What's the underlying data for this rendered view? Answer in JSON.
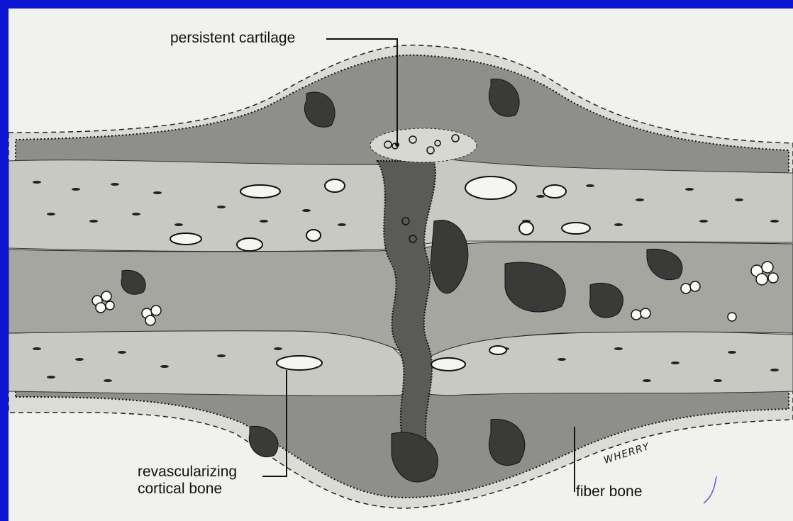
{
  "labels": {
    "persistent_cartilage": "persistent cartilage",
    "revascularizing_line1": "revascularizing",
    "revascularizing_line2": "cortical bone",
    "fiber_bone": "fiber bone"
  },
  "signature": "WHERRY",
  "colors": {
    "border": "#0a14d2",
    "paper": "#f1f1ed",
    "callus": "#8e8e8a",
    "cortex": "#c9c9c4",
    "dark": "#3a3a38",
    "ink": "#111111"
  }
}
